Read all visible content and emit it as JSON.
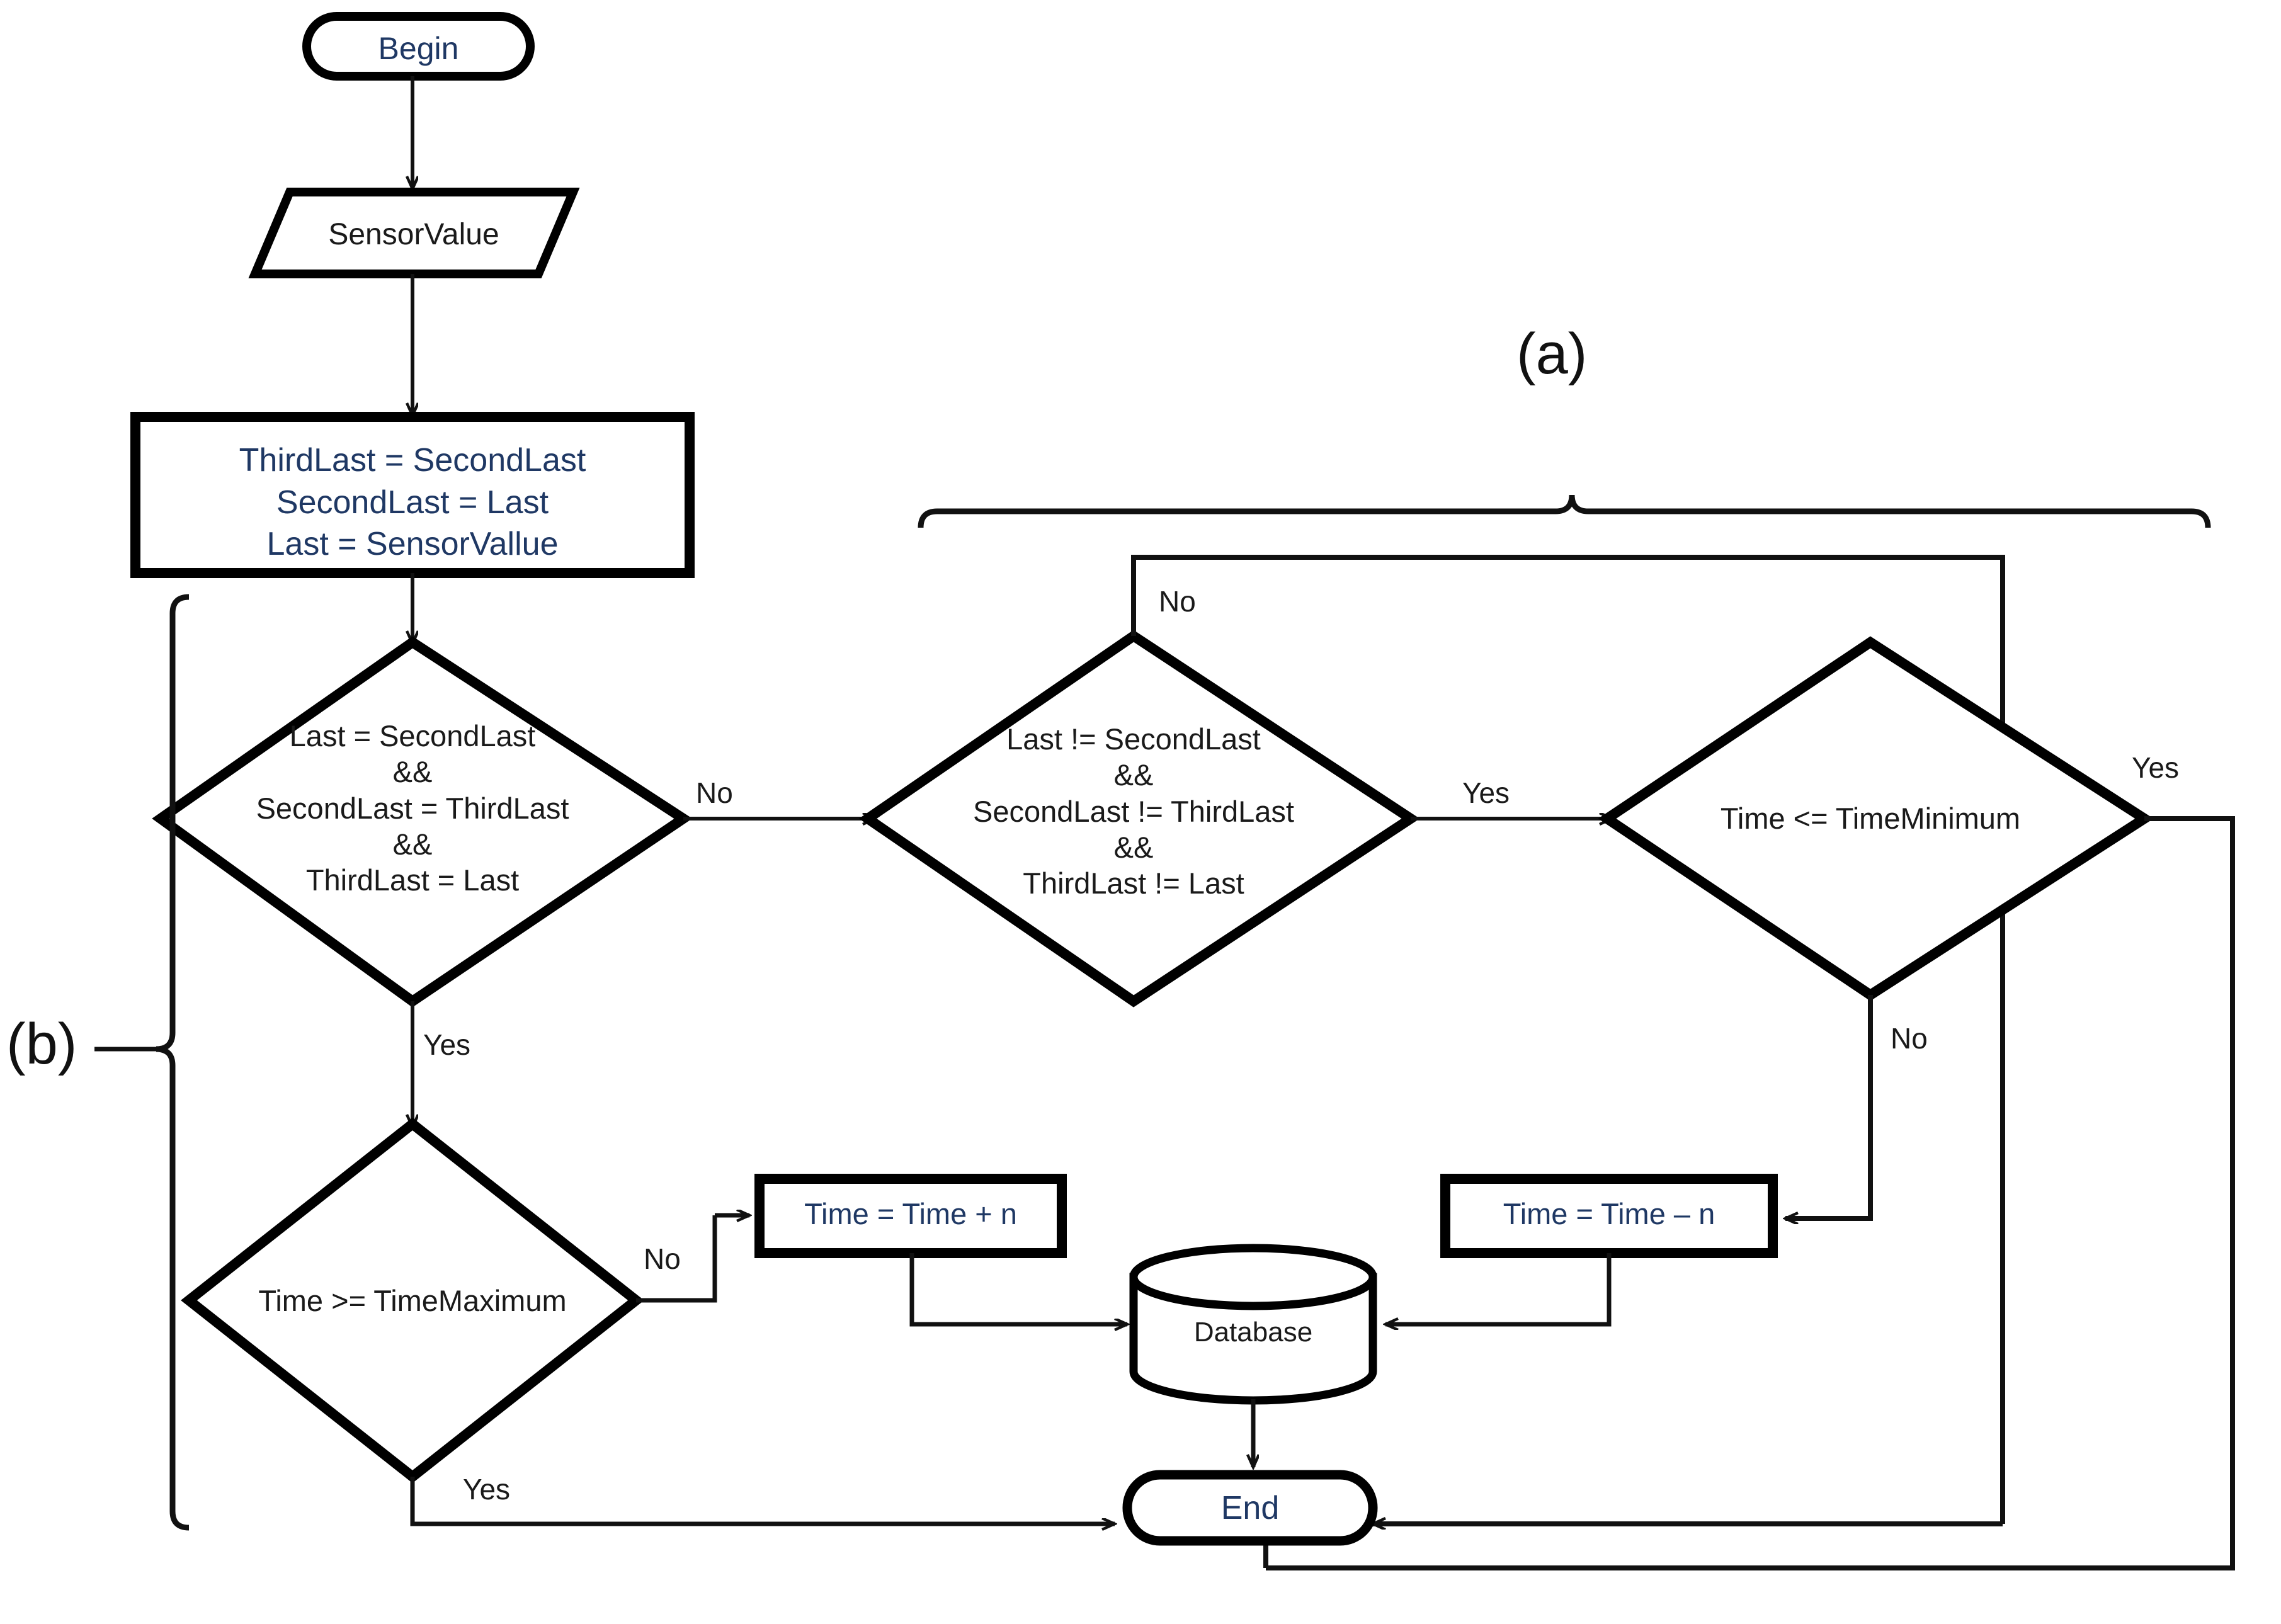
{
  "diagram": {
    "type": "flowchart",
    "title": "Sensor value debounce / adaptive timing flowchart",
    "panels": [
      {
        "id": "a",
        "label": "(a)",
        "brace": "horizontal-top"
      },
      {
        "id": "b",
        "label": "(b)",
        "brace": "vertical-left"
      }
    ],
    "nodes": [
      {
        "id": "begin",
        "shape": "terminator",
        "text": "Begin",
        "text_color": "#1F3864"
      },
      {
        "id": "sensorvalue",
        "shape": "parallelogram",
        "text": "SensorValue",
        "text_color": "#1a1a1a"
      },
      {
        "id": "shift",
        "shape": "process",
        "text": "ThirdLast = SecondLast\nSecondLast = Last\nLast = SensorVallue",
        "text_color": "#1F3864"
      },
      {
        "id": "decision1",
        "shape": "decision",
        "text": "Last = SecondLast\n&&\nSecondLast = ThirdLast\n&&\nThirdLast = Last",
        "text_color": "#1a1a1a"
      },
      {
        "id": "decision2",
        "shape": "decision",
        "text": "Last != SecondLast\n&&\nSecondLast != ThirdLast\n&&\nThirdLast != Last",
        "text_color": "#1a1a1a"
      },
      {
        "id": "decision3",
        "shape": "decision",
        "text": "Time <= TimeMinimum",
        "text_color": "#1a1a1a"
      },
      {
        "id": "decision4",
        "shape": "decision",
        "text": "Time >= TimeMaximum",
        "text_color": "#1a1a1a"
      },
      {
        "id": "timeplus",
        "shape": "process",
        "text": "Time = Time + n",
        "text_color": "#1F3864"
      },
      {
        "id": "timeminus",
        "shape": "process",
        "text": "Time = Time – n",
        "text_color": "#1F3864"
      },
      {
        "id": "database",
        "shape": "cylinder",
        "text": "Database",
        "text_color": "#1a1a1a"
      },
      {
        "id": "end",
        "shape": "terminator",
        "text": "End",
        "text_color": "#1F3864"
      }
    ],
    "edges": [
      {
        "from": "begin",
        "to": "sensorvalue",
        "label": ""
      },
      {
        "from": "sensorvalue",
        "to": "shift",
        "label": ""
      },
      {
        "from": "shift",
        "to": "decision1",
        "label": ""
      },
      {
        "from": "decision1",
        "to": "decision2",
        "label": "No"
      },
      {
        "from": "decision1",
        "to": "decision4",
        "label": "Yes"
      },
      {
        "from": "decision2",
        "to": "decision3",
        "label": "Yes"
      },
      {
        "from": "decision2",
        "to": "end",
        "label": "No"
      },
      {
        "from": "decision3",
        "to": "end",
        "label": "Yes"
      },
      {
        "from": "decision3",
        "to": "timeminus",
        "label": "No"
      },
      {
        "from": "decision4",
        "to": "timeplus",
        "label": "No"
      },
      {
        "from": "decision4",
        "to": "end",
        "label": "Yes"
      },
      {
        "from": "timeplus",
        "to": "database",
        "label": ""
      },
      {
        "from": "timeminus",
        "to": "database",
        "label": ""
      },
      {
        "from": "database",
        "to": "end",
        "label": ""
      }
    ],
    "edge_labels": {
      "d1_no": "No",
      "d1_yes": "Yes",
      "d2_no": "No",
      "d2_yes": "Yes",
      "d3_no": "No",
      "d3_yes": "Yes",
      "d4_no": "No",
      "d4_yes": "Yes"
    },
    "colors": {
      "stroke": "#000000",
      "thin_stroke": "#1a1a1a",
      "blue_text": "#1F3864",
      "black_text": "#1a1a1a",
      "background": "#FFFFFF"
    }
  }
}
